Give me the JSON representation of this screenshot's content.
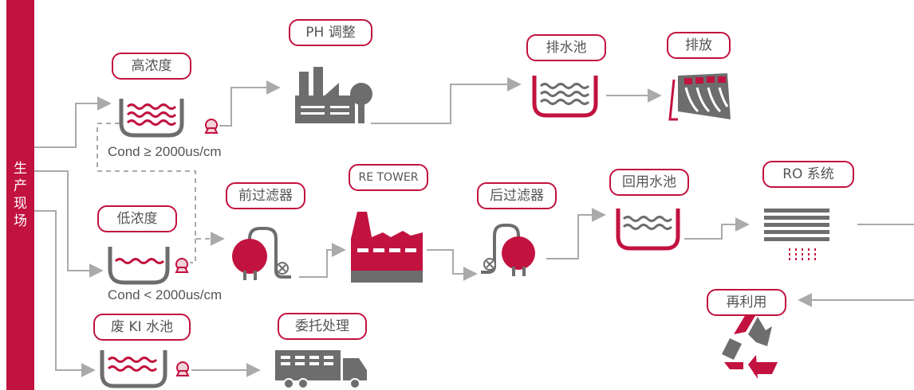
{
  "side_bar": {
    "label": "生产现场"
  },
  "nodes": {
    "high_conc": "高浓度",
    "low_conc": "低浓度",
    "waste_kl": "废 KI 水池",
    "ph_adjust": "PH 调整",
    "pre_filter": "前过滤器",
    "re_tower": "RE TOWER",
    "post_filter": "后过滤器",
    "drain_pool": "排水池",
    "discharge": "排放",
    "reuse_pool": "回用水池",
    "ro_system": "RO 系统",
    "reuse": "再利用",
    "outsource": "委托处理"
  },
  "conditions": {
    "high": "Cond ≥ 2000us/cm",
    "low": "Cond < 2000us/cm"
  },
  "colors": {
    "accent": "#c2123f",
    "icon_gray": "#6d6d6d",
    "line_gray": "#aaaaaa",
    "text": "#555555"
  }
}
